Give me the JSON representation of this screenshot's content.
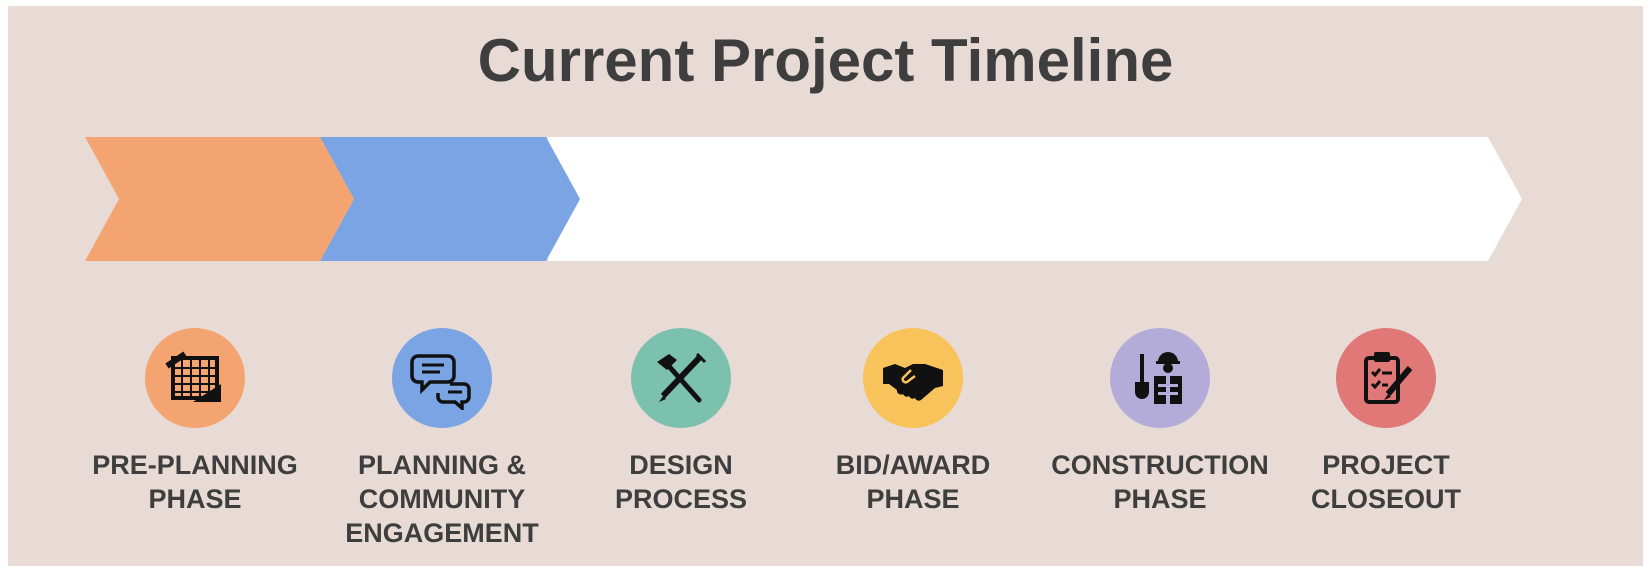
{
  "title": "Current Project Timeline",
  "colors": {
    "background": "#e8dbd6",
    "completed_phase": "#f4a470",
    "current_phase": "#7aa4e3",
    "remaining": "#ffffff",
    "text": "#3e3e3e"
  },
  "phases": [
    {
      "line1": "PRE-PLANNING",
      "line2": "PHASE",
      "line3": "",
      "icon": "calendar-icon",
      "color": "#f4a470"
    },
    {
      "line1": "PLANNING &",
      "line2": "COMMUNITY",
      "line3": "ENGAGEMENT",
      "icon": "chat-bubbles-icon",
      "color": "#7aa4e3"
    },
    {
      "line1": "DESIGN",
      "line2": "PROCESS",
      "line3": "",
      "icon": "hammer-pencil-icon",
      "color": "#7bc1ad"
    },
    {
      "line1": "BID/AWARD",
      "line2": "PHASE",
      "line3": "",
      "icon": "handshake-icon",
      "color": "#f9c35b"
    },
    {
      "line1": "CONSTRUCTION",
      "line2": "PHASE",
      "line3": "",
      "icon": "construction-worker-icon",
      "color": "#b3acd8"
    },
    {
      "line1": "PROJECT",
      "line2": "CLOSEOUT",
      "line3": "",
      "icon": "clipboard-checklist-icon",
      "color": "#e07878"
    }
  ]
}
